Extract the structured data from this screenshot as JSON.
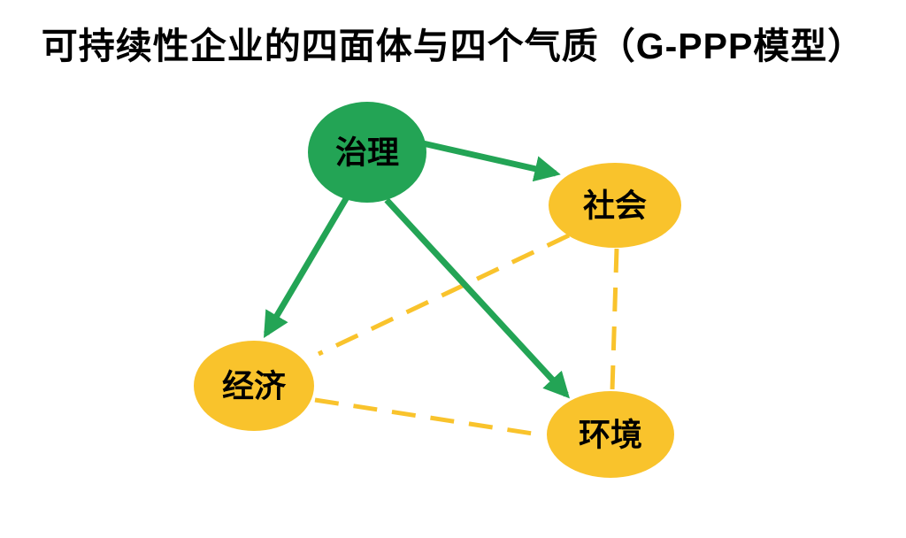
{
  "title": "可持续性企业的四面体与四个气质（G-PPP模型）",
  "colors": {
    "background": "#ffffff",
    "text": "#000000",
    "green": "#23a455",
    "yellow": "#f9c32c"
  },
  "nodes": {
    "governance": {
      "label": "治理",
      "color": "green"
    },
    "society": {
      "label": "社会",
      "color": "yellow"
    },
    "economy": {
      "label": "经济",
      "color": "yellow"
    },
    "environment": {
      "label": "环境",
      "color": "yellow"
    }
  },
  "edges": [
    {
      "from": "governance",
      "to": "society",
      "type": "solid-arrow",
      "color": "green"
    },
    {
      "from": "governance",
      "to": "economy",
      "type": "solid-arrow",
      "color": "green"
    },
    {
      "from": "governance",
      "to": "environment",
      "type": "solid-arrow",
      "color": "green"
    },
    {
      "from": "society",
      "to": "economy",
      "type": "dashed",
      "color": "yellow"
    },
    {
      "from": "society",
      "to": "environment",
      "type": "dashed",
      "color": "yellow"
    },
    {
      "from": "economy",
      "to": "environment",
      "type": "dashed",
      "color": "yellow"
    }
  ]
}
